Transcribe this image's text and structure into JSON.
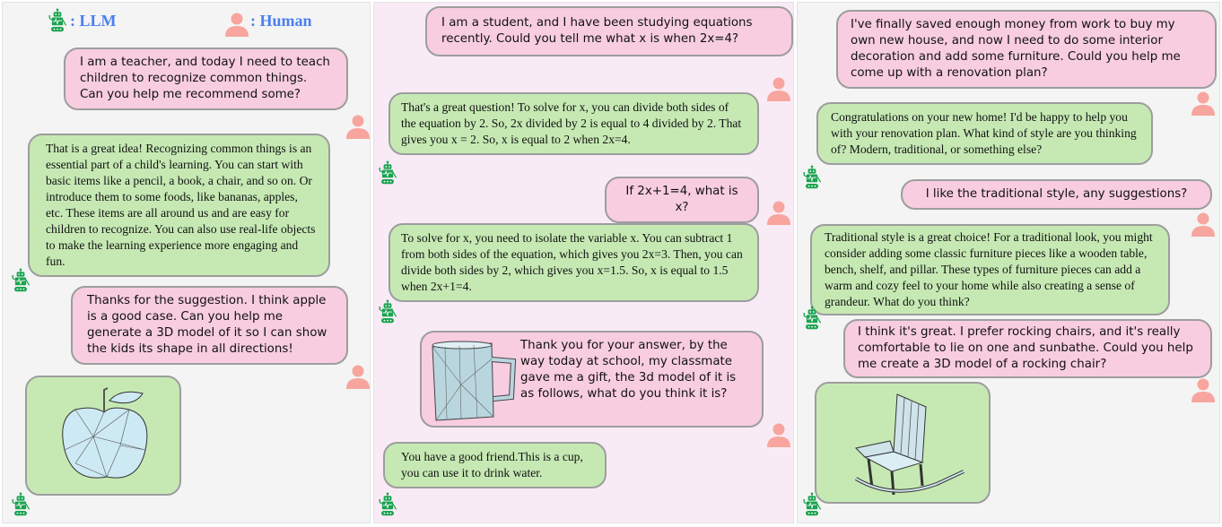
{
  "legend": {
    "llm": ": LLM",
    "human": ": Human"
  },
  "colors": {
    "human_bubble": "#f8cde0",
    "llm_bubble": "#c6e9b4",
    "robot": "#1aa350",
    "human_icon": "#f7a59e",
    "legend_text": "#4a7ff0"
  },
  "panel1": {
    "h1": "I am a teacher, and today I need to teach children to recognize common things. Can you help me recommend some?",
    "l1": "That is a great idea! Recognizing common things is an essential part of a child's learning. You can start with basic items like a pencil, a book, a chair, and so on. Or introduce them to some foods, like bananas, apples, etc. These items are all around us and are easy for children to recognize. You can also use real-life objects to make the learning experience more engaging and fun.",
    "h2": "Thanks for the suggestion. I think apple is a good case. Can you help me generate a 3D model of it so I can show the kids its shape in all directions!"
  },
  "panel2": {
    "h1": "I am a student, and I have been studying equations recently. Could you tell me what x is when 2x=4?",
    "l1": "That's a great question! To solve for x, you can divide both sides of the equation by 2. So, 2x divided by 2 is equal to 4 divided by 2. That gives you x = 2. So, x is equal to 2 when 2x=4.",
    "h2": "If 2x+1=4, what is x?",
    "l2": "To solve for x, you need to isolate the variable x. You can subtract 1 from both sides of the equation, which gives you 2x=3. Then, you can divide both sides by 2, which gives you x=1.5. So, x is equal to 1.5 when 2x+1=4.",
    "h3": "Thank you for your answer, by the way today at school, my classmate gave me a gift, the 3d model of it is as follows, what do you think it is?",
    "l3": "You have a good friend.This is a cup, you can use it to drink water."
  },
  "panel3": {
    "h1": "I've finally saved enough money from work to buy my own new house, and now I need to do some interior decoration and add some furniture. Could you help me come up with a renovation plan?",
    "l1": "Congratulations on your new home! I'd be happy to help you with your renovation plan. What kind of style are you thinking of? Modern, traditional, or something else?",
    "h2": "I like the traditional style, any suggestions?",
    "l2": "Traditional style is a great choice! For a traditional look, you might consider adding some classic furniture pieces like a wooden table, bench, shelf, and pillar. These types of furniture pieces can add a warm and cozy feel to your home while also creating a sense of grandeur. What do you think?",
    "h3": "I think it's great. I prefer rocking chairs, and it's really comfortable to lie on one and sunbathe. Could you help me create a 3D model of a rocking chair?"
  }
}
